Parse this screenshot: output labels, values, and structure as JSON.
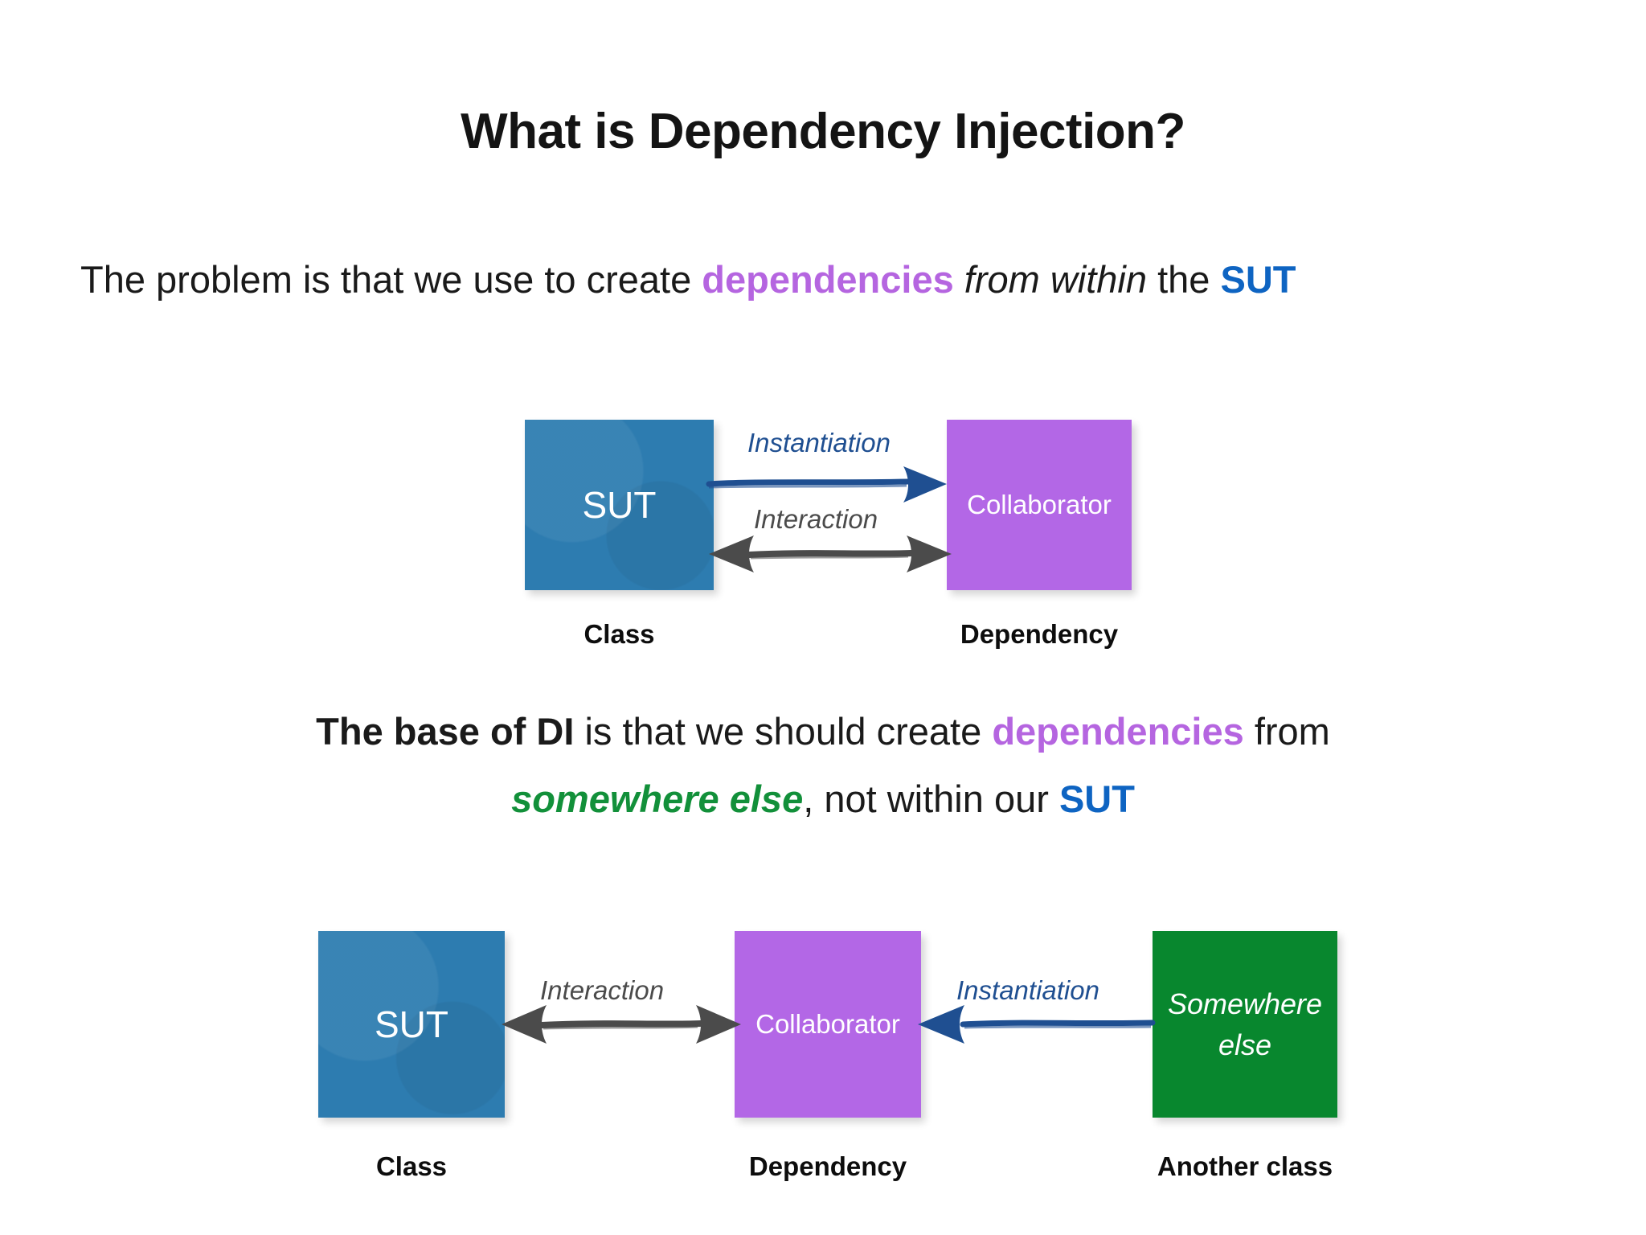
{
  "slide": {
    "title": "What is Dependency Injection?",
    "background_color": "#ffffff"
  },
  "colors": {
    "purple_text": "#b565e0",
    "blue_text": "#0e64c2",
    "green_text": "#12903a",
    "box_blue": "#2d7cb0",
    "box_purple": "#b367e6",
    "box_green": "#08872e",
    "arrow_blue": "#1f4f91",
    "arrow_gray": "#4b4b4b"
  },
  "paragraph_1": {
    "segment_1": "The problem is that we use to create ",
    "segment_2": "dependencies",
    "segment_3": " from within",
    "segment_4": " the ",
    "segment_5": "SUT"
  },
  "paragraph_2": {
    "line_1_segment_1": "The base of DI",
    "line_1_segment_2": " is that we should create ",
    "line_1_segment_3": "dependencies",
    "line_1_segment_4": " from",
    "line_2_segment_1": "somewhere else",
    "line_2_segment_2": ", not within our ",
    "line_2_segment_3": "SUT"
  },
  "diagram_1": {
    "nodes": [
      {
        "id": "sut",
        "label": "SUT",
        "caption": "Class"
      },
      {
        "id": "collaborator",
        "label": "Collaborator",
        "caption": "Dependency"
      }
    ],
    "arrows": [
      {
        "id": "instantiation",
        "label": "Instantiation",
        "direction": "right",
        "color": "#1f4f91"
      },
      {
        "id": "interaction",
        "label": "Interaction",
        "direction": "both",
        "color": "#4b4b4b"
      }
    ]
  },
  "diagram_2": {
    "nodes": [
      {
        "id": "sut",
        "label": "SUT",
        "caption": "Class"
      },
      {
        "id": "collaborator",
        "label": "Collaborator",
        "caption": "Dependency"
      },
      {
        "id": "somewhere",
        "label_line_1": "Somewhere",
        "label_line_2": "else",
        "caption": "Another class"
      }
    ],
    "arrows": [
      {
        "id": "interaction",
        "label": "Interaction",
        "direction": "both",
        "color": "#4b4b4b"
      },
      {
        "id": "instantiation",
        "label": "Instantiation",
        "direction": "left",
        "color": "#1f4f91"
      }
    ]
  }
}
